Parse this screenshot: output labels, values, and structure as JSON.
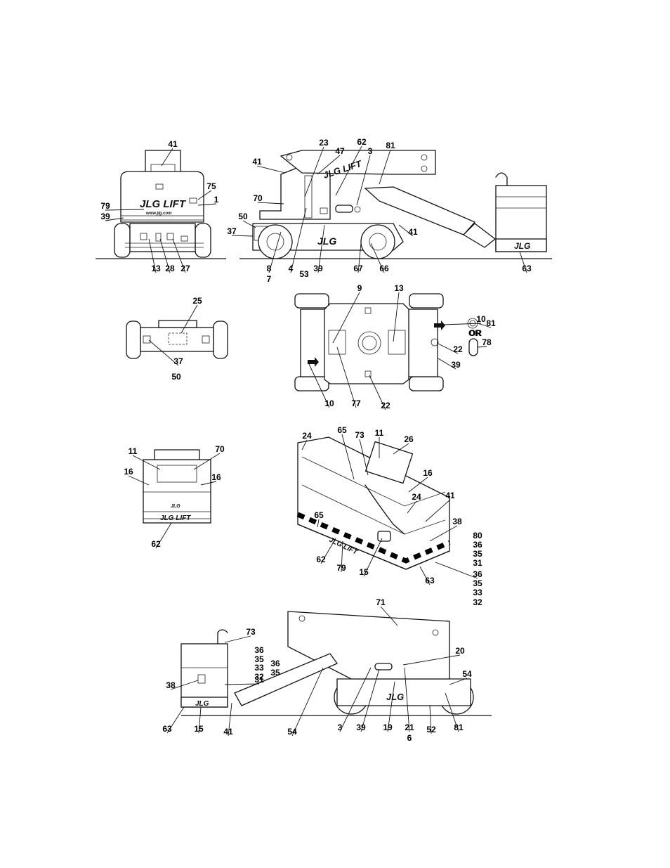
{
  "figure": {
    "views": [
      {
        "id": "rear-view",
        "labels": [
          "41",
          "75",
          "1",
          "79",
          "39",
          "13",
          "28",
          "27"
        ]
      },
      {
        "id": "side-view-stowed",
        "labels": [
          "23",
          "47",
          "62",
          "3",
          "81",
          "41",
          "70",
          "50",
          "37",
          "41",
          "8",
          "7",
          "4",
          "53",
          "39",
          "67",
          "66",
          "63"
        ]
      },
      {
        "id": "bottom-chassis-view",
        "labels": [
          "25",
          "37",
          "50"
        ]
      },
      {
        "id": "top-chassis-view",
        "labels": [
          "9",
          "13",
          "10",
          "81",
          "OR",
          "78",
          "22",
          "39",
          "10",
          "77",
          "22"
        ]
      },
      {
        "id": "platform-front-view",
        "labels": [
          "11",
          "70",
          "16",
          "16",
          "62"
        ]
      },
      {
        "id": "platform-isometric-view",
        "labels": [
          "24",
          "65",
          "73",
          "11",
          "26",
          "16",
          "24",
          "41",
          "38",
          "65",
          "80",
          "36",
          "35",
          "31",
          "62",
          "79",
          "15",
          "63",
          "36",
          "35",
          "33",
          "32"
        ]
      },
      {
        "id": "side-view-extended",
        "labels": [
          "71",
          "73",
          "36",
          "35",
          "33",
          "36",
          "35",
          "32",
          "31",
          "20",
          "38",
          "54",
          "63",
          "15",
          "41",
          "54",
          "81",
          "3",
          "39",
          "19",
          "21",
          "6",
          "52"
        ]
      }
    ],
    "decal_text": {
      "jlg_lift": "JLG LIFT",
      "jlg": "JLG",
      "website": "www.jlg.com",
      "or": "OR"
    }
  }
}
